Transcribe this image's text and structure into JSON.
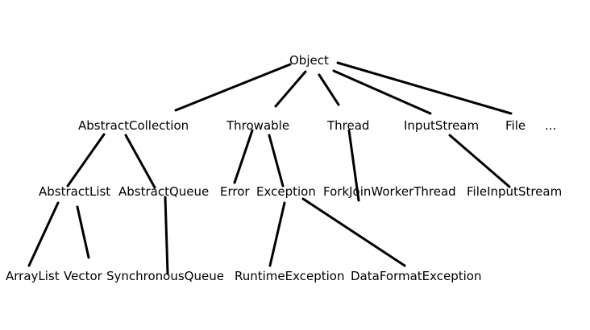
{
  "diagram": {
    "nodes": {
      "object": "Object",
      "abstract_collection": "AbstractCollection",
      "throwable": "Throwable",
      "thread": "Thread",
      "input_stream": "InputStream",
      "file": "File",
      "ellipsis": "...",
      "abstract_list": "AbstractList",
      "abstract_queue": "AbstractQueue",
      "error": "Error",
      "exception": "Exception",
      "fork_join_worker_thread": "ForkJoinWorkerThread",
      "file_input_stream": "FileInputStream",
      "array_list": "ArrayList",
      "vector": "Vector",
      "synchronous_queue": "SynchronousQueue",
      "runtime_exception": "RuntimeException",
      "data_format_exception": "DataFormatException"
    },
    "edges": [
      [
        "object",
        "abstract_collection"
      ],
      [
        "object",
        "throwable"
      ],
      [
        "object",
        "thread"
      ],
      [
        "object",
        "input_stream"
      ],
      [
        "object",
        "file"
      ],
      [
        "abstract_collection",
        "abstract_list"
      ],
      [
        "abstract_collection",
        "abstract_queue"
      ],
      [
        "throwable",
        "error"
      ],
      [
        "throwable",
        "exception"
      ],
      [
        "thread",
        "fork_join_worker_thread"
      ],
      [
        "input_stream",
        "file_input_stream"
      ],
      [
        "abstract_list",
        "array_list"
      ],
      [
        "abstract_list",
        "vector"
      ],
      [
        "abstract_queue",
        "synchronous_queue"
      ],
      [
        "exception",
        "runtime_exception"
      ],
      [
        "exception",
        "data_format_exception"
      ]
    ],
    "line_color": "#000000"
  }
}
